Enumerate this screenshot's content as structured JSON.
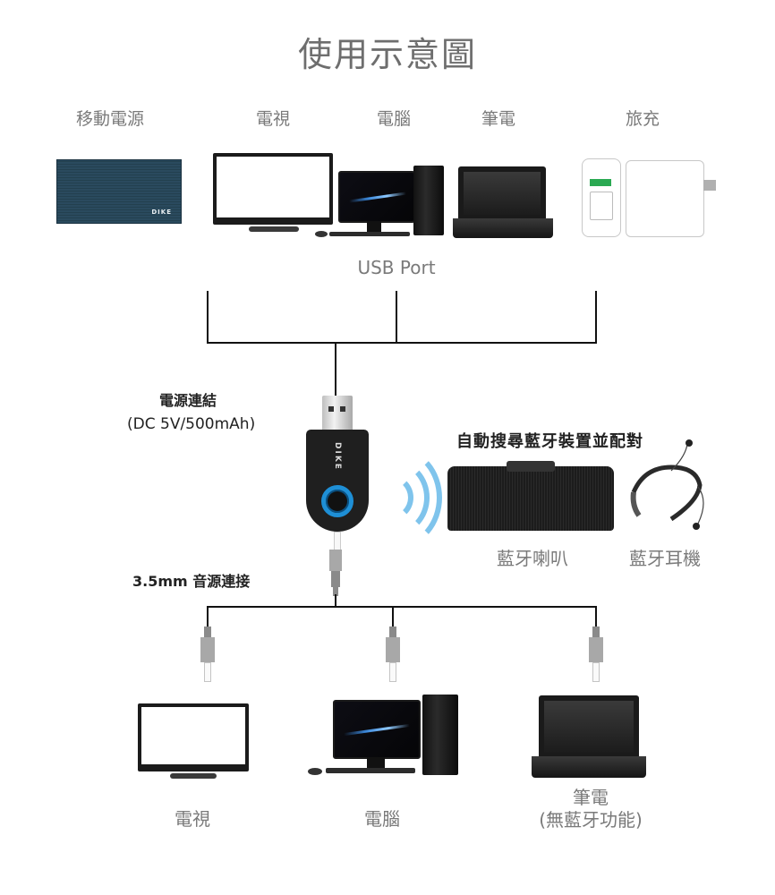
{
  "title": "使用示意圖",
  "usb_sources": [
    {
      "label": "移動電源",
      "icon": "power-bank-icon",
      "brand": "DIKE"
    },
    {
      "label": "電視",
      "icon": "tv-icon"
    },
    {
      "label": "電腦",
      "icon": "desktop-pc-icon"
    },
    {
      "label": "筆電",
      "icon": "laptop-icon"
    },
    {
      "label": "旅充",
      "icon": "travel-charger-icon"
    }
  ],
  "usb_port_label": "USB Port",
  "power_connection": {
    "label": "電源連結",
    "spec": "(DC 5V/500mAh)"
  },
  "device": {
    "brand": "DIKE",
    "icon": "bluetooth-receiver-icon"
  },
  "bluetooth": {
    "heading": "自動搜尋藍牙裝置並配對",
    "wave_icon": "wireless-signal-icon",
    "targets": [
      {
        "label": "藍牙喇叭",
        "icon": "bluetooth-speaker-icon"
      },
      {
        "label": "藍牙耳機",
        "icon": "bluetooth-headset-icon"
      }
    ]
  },
  "audio_connection": {
    "label": "3.5mm 音源連接"
  },
  "audio_targets": [
    {
      "label": "電視",
      "icon": "tv-icon"
    },
    {
      "label": "電腦",
      "icon": "desktop-pc-icon"
    },
    {
      "label": "筆電",
      "sub": "(無藍牙功能)",
      "icon": "laptop-icon"
    }
  ],
  "colors": {
    "wave": "#7fc4ec",
    "ring": "#1e8fd6",
    "line": "#111111",
    "label": "#7a7a7a"
  }
}
